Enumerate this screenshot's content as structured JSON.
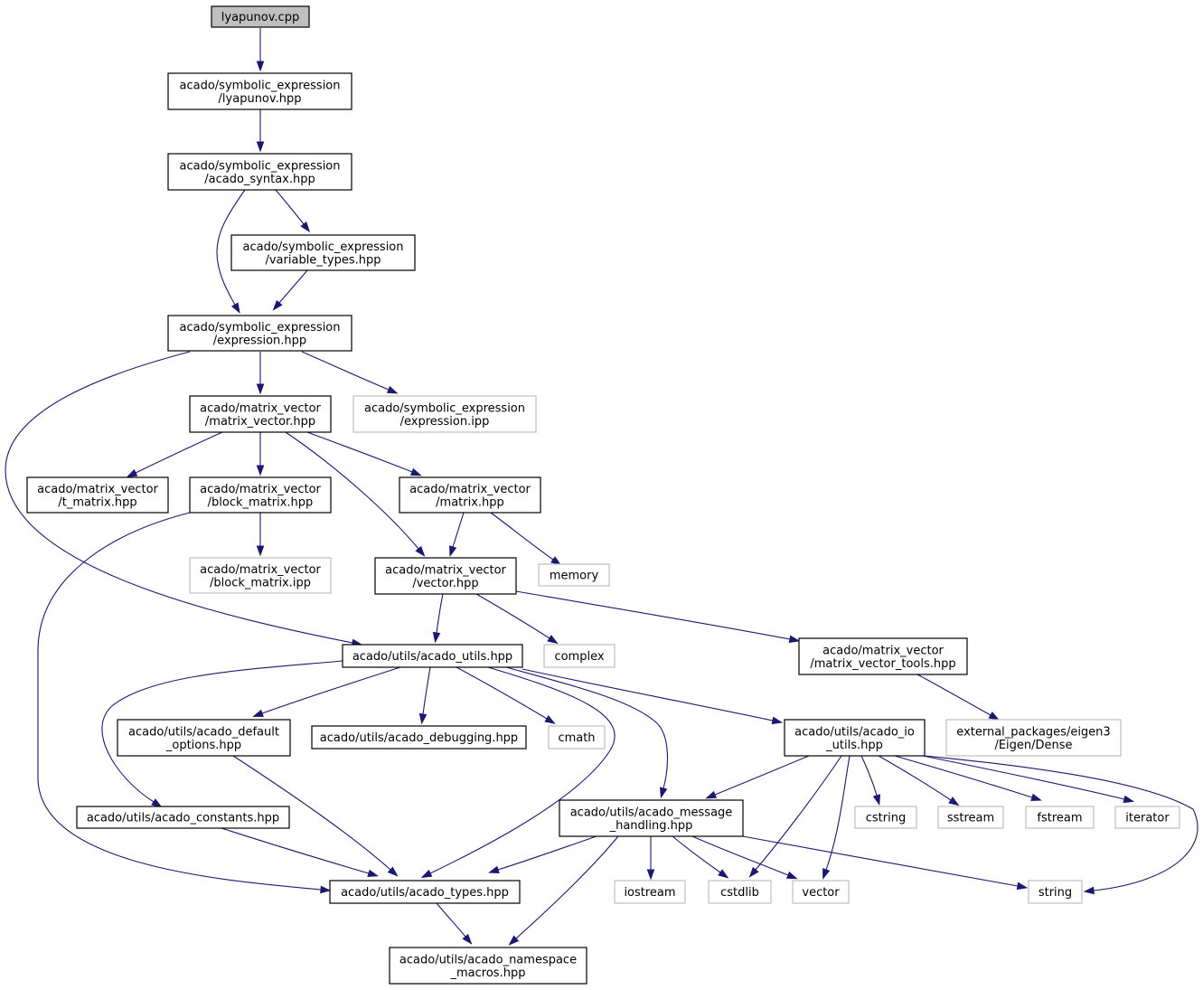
{
  "colors": {
    "edge": "#191970",
    "documented_border": "#000000",
    "external_border": "#bfbfbf",
    "root_fill": "#bfbfbf"
  },
  "nodes": [
    {
      "id": "lyapunov_cpp",
      "lines": [
        "lyapunov.cpp"
      ],
      "kind": "root"
    },
    {
      "id": "se_lyapunov_hpp",
      "lines": [
        "acado/symbolic_expression",
        "/lyapunov.hpp"
      ],
      "kind": "documented"
    },
    {
      "id": "se_acado_syntax",
      "lines": [
        "acado/symbolic_expression",
        "/acado_syntax.hpp"
      ],
      "kind": "documented"
    },
    {
      "id": "se_variable_types",
      "lines": [
        "acado/symbolic_expression",
        "/variable_types.hpp"
      ],
      "kind": "documented"
    },
    {
      "id": "se_expression_hpp",
      "lines": [
        "acado/symbolic_expression",
        "/expression.hpp"
      ],
      "kind": "documented"
    },
    {
      "id": "mv_matrix_vector_hpp",
      "lines": [
        "acado/matrix_vector",
        "/matrix_vector.hpp"
      ],
      "kind": "documented"
    },
    {
      "id": "se_expression_ipp",
      "lines": [
        "acado/symbolic_expression",
        "/expression.ipp"
      ],
      "kind": "external"
    },
    {
      "id": "mv_t_matrix",
      "lines": [
        "acado/matrix_vector",
        "/t_matrix.hpp"
      ],
      "kind": "documented"
    },
    {
      "id": "mv_block_matrix_hpp",
      "lines": [
        "acado/matrix_vector",
        "/block_matrix.hpp"
      ],
      "kind": "documented"
    },
    {
      "id": "mv_matrix_hpp",
      "lines": [
        "acado/matrix_vector",
        "/matrix.hpp"
      ],
      "kind": "documented"
    },
    {
      "id": "mv_block_matrix_ipp",
      "lines": [
        "acado/matrix_vector",
        "/block_matrix.ipp"
      ],
      "kind": "external"
    },
    {
      "id": "mv_vector_hpp",
      "lines": [
        "acado/matrix_vector",
        "/vector.hpp"
      ],
      "kind": "documented"
    },
    {
      "id": "memory",
      "lines": [
        "memory"
      ],
      "kind": "external"
    },
    {
      "id": "acado_utils",
      "lines": [
        "acado/utils/acado_utils.hpp"
      ],
      "kind": "documented"
    },
    {
      "id": "complex",
      "lines": [
        "complex"
      ],
      "kind": "external"
    },
    {
      "id": "mv_tools",
      "lines": [
        "acado/matrix_vector",
        "/matrix_vector_tools.hpp"
      ],
      "kind": "documented"
    },
    {
      "id": "default_options",
      "lines": [
        "acado/utils/acado_default",
        "_options.hpp"
      ],
      "kind": "documented"
    },
    {
      "id": "debugging",
      "lines": [
        "acado/utils/acado_debugging.hpp"
      ],
      "kind": "documented"
    },
    {
      "id": "cmath",
      "lines": [
        "cmath"
      ],
      "kind": "external"
    },
    {
      "id": "io_utils",
      "lines": [
        "acado/utils/acado_io",
        "_utils.hpp"
      ],
      "kind": "documented"
    },
    {
      "id": "eigen_dense",
      "lines": [
        "external_packages/eigen3",
        "/Eigen/Dense"
      ],
      "kind": "external"
    },
    {
      "id": "constants",
      "lines": [
        "acado/utils/acado_constants.hpp"
      ],
      "kind": "documented"
    },
    {
      "id": "message_handling",
      "lines": [
        "acado/utils/acado_message",
        "_handling.hpp"
      ],
      "kind": "documented"
    },
    {
      "id": "cstring",
      "lines": [
        "cstring"
      ],
      "kind": "external"
    },
    {
      "id": "sstream",
      "lines": [
        "sstream"
      ],
      "kind": "external"
    },
    {
      "id": "fstream",
      "lines": [
        "fstream"
      ],
      "kind": "external"
    },
    {
      "id": "iterator",
      "lines": [
        "iterator"
      ],
      "kind": "external"
    },
    {
      "id": "acado_types",
      "lines": [
        "acado/utils/acado_types.hpp"
      ],
      "kind": "documented"
    },
    {
      "id": "iostream",
      "lines": [
        "iostream"
      ],
      "kind": "external"
    },
    {
      "id": "cstdlib",
      "lines": [
        "cstdlib"
      ],
      "kind": "external"
    },
    {
      "id": "vector",
      "lines": [
        "vector"
      ],
      "kind": "external"
    },
    {
      "id": "string",
      "lines": [
        "string"
      ],
      "kind": "external"
    },
    {
      "id": "namespace_macros",
      "lines": [
        "acado/utils/acado_namespace",
        "_macros.hpp"
      ],
      "kind": "documented"
    }
  ],
  "edges": [
    [
      "lyapunov_cpp",
      "se_lyapunov_hpp"
    ],
    [
      "se_lyapunov_hpp",
      "se_acado_syntax"
    ],
    [
      "se_acado_syntax",
      "se_expression_hpp"
    ],
    [
      "se_acado_syntax",
      "se_variable_types"
    ],
    [
      "se_variable_types",
      "se_expression_hpp"
    ],
    [
      "se_expression_hpp",
      "mv_matrix_vector_hpp"
    ],
    [
      "se_expression_hpp",
      "se_expression_ipp"
    ],
    [
      "se_expression_hpp",
      "acado_utils"
    ],
    [
      "mv_matrix_vector_hpp",
      "mv_t_matrix"
    ],
    [
      "mv_matrix_vector_hpp",
      "mv_block_matrix_hpp"
    ],
    [
      "mv_matrix_vector_hpp",
      "mv_matrix_hpp"
    ],
    [
      "mv_matrix_vector_hpp",
      "mv_vector_hpp"
    ],
    [
      "mv_block_matrix_hpp",
      "mv_block_matrix_ipp"
    ],
    [
      "mv_block_matrix_hpp",
      "acado_types"
    ],
    [
      "mv_matrix_hpp",
      "mv_vector_hpp"
    ],
    [
      "mv_matrix_hpp",
      "memory"
    ],
    [
      "mv_vector_hpp",
      "acado_utils"
    ],
    [
      "mv_vector_hpp",
      "complex"
    ],
    [
      "mv_vector_hpp",
      "mv_tools"
    ],
    [
      "mv_tools",
      "eigen_dense"
    ],
    [
      "acado_utils",
      "constants"
    ],
    [
      "acado_utils",
      "default_options"
    ],
    [
      "acado_utils",
      "debugging"
    ],
    [
      "acado_utils",
      "cmath"
    ],
    [
      "acado_utils",
      "acado_types"
    ],
    [
      "acado_utils",
      "message_handling"
    ],
    [
      "acado_utils",
      "io_utils"
    ],
    [
      "default_options",
      "acado_types"
    ],
    [
      "constants",
      "acado_types"
    ],
    [
      "io_utils",
      "message_handling"
    ],
    [
      "io_utils",
      "cstdlib"
    ],
    [
      "io_utils",
      "vector"
    ],
    [
      "io_utils",
      "cstring"
    ],
    [
      "io_utils",
      "sstream"
    ],
    [
      "io_utils",
      "fstream"
    ],
    [
      "io_utils",
      "iterator"
    ],
    [
      "io_utils",
      "string"
    ],
    [
      "message_handling",
      "acado_types"
    ],
    [
      "message_handling",
      "iostream"
    ],
    [
      "message_handling",
      "cstdlib"
    ],
    [
      "message_handling",
      "vector"
    ],
    [
      "message_handling",
      "string"
    ],
    [
      "message_handling",
      "namespace_macros"
    ],
    [
      "acado_types",
      "namespace_macros"
    ]
  ]
}
